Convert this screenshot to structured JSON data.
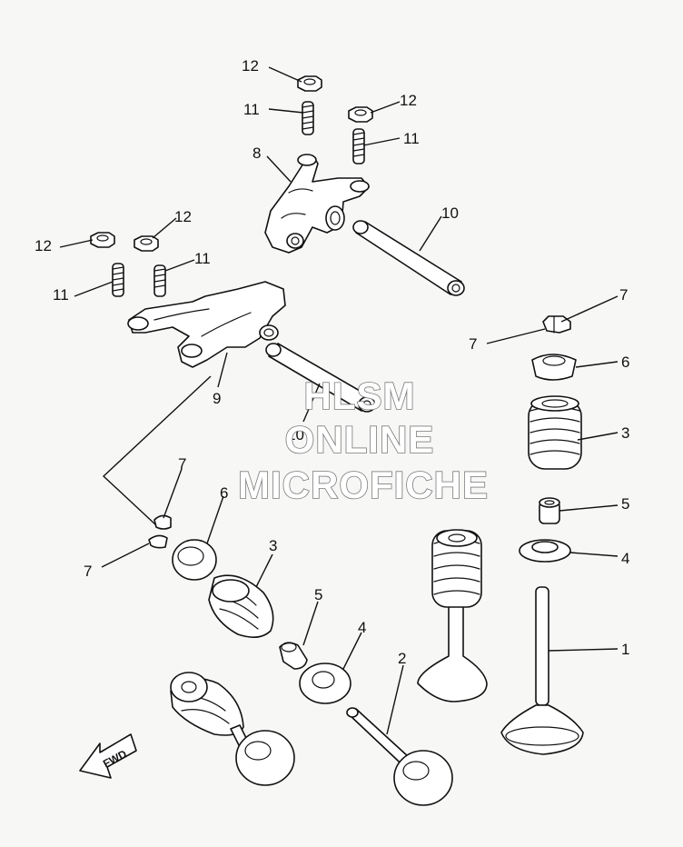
{
  "watermark": {
    "line1": "HLSM",
    "line2": "ONLINE",
    "line3": "MICROFICHE"
  },
  "fwd_label": "FWD",
  "callouts": {
    "c12a": "12",
    "c11a": "11",
    "c12b": "12",
    "c11b": "11",
    "c8": "8",
    "c10a": "10",
    "c12c": "12",
    "c12d": "12",
    "c11c": "11",
    "c11d": "11",
    "c7a": "7",
    "c7b": "7",
    "c6a": "6",
    "c9": "9",
    "c3a": "3",
    "c10b": "10",
    "c5a": "5",
    "c4a": "4",
    "c7c": "7",
    "c6b": "6",
    "c7d": "7",
    "c3b": "3",
    "c5b": "5",
    "c4b": "4",
    "c2": "2",
    "c1": "1"
  }
}
